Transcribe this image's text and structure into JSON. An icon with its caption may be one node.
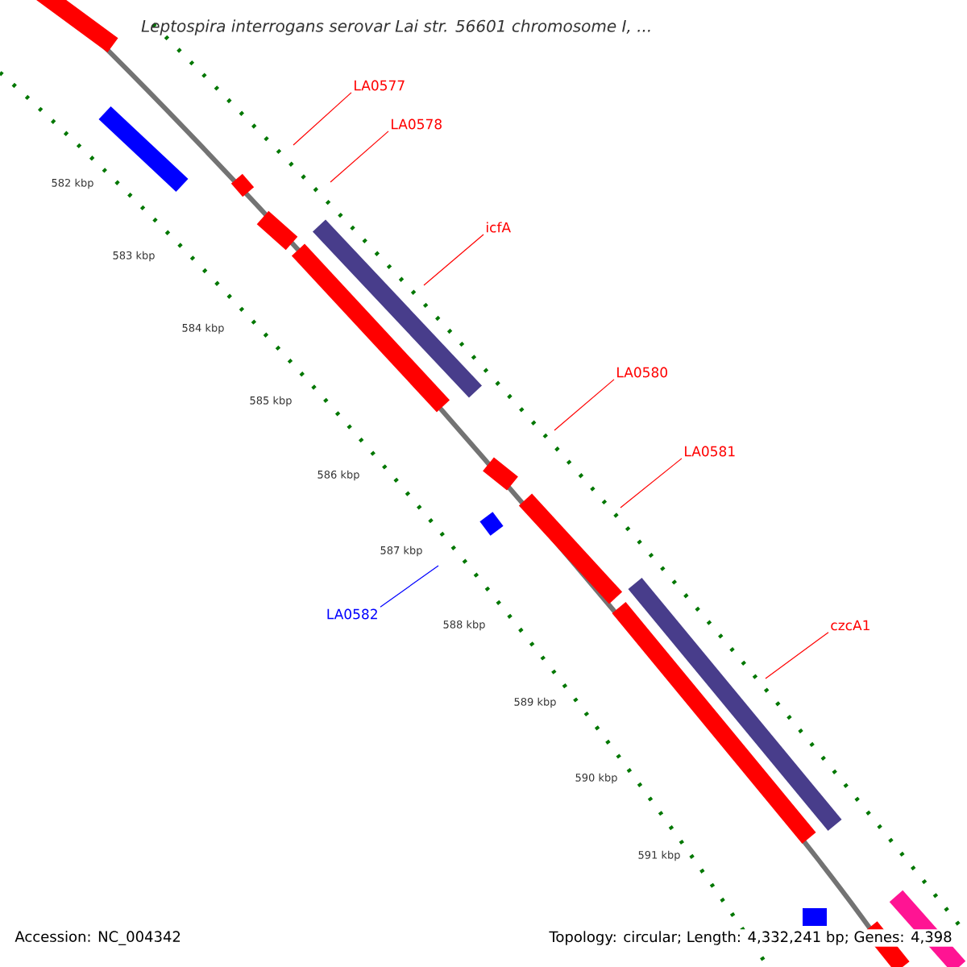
{
  "diagram": {
    "title": "Leptospira interrogans serovar Lai str. 56601 chromosome I, ...",
    "nodes": [
      {
        "text": [
          "LA0577"
        ]
      },
      {
        "text": [
          "LA0578"
        ]
      },
      {
        "text": [
          "icfA"
        ]
      },
      {
        "text": [
          "LA0580"
        ]
      },
      {
        "text": [
          "LA0581"
        ]
      },
      {
        "text": [
          "czcA1"
        ]
      },
      {
        "text": [
          "LA0582"
        ]
      }
    ],
    "edges": [
      {
        "from": 0,
        "to": null,
        "arrow": "none"
      },
      {
        "from": 1,
        "to": null,
        "arrow": "none"
      },
      {
        "from": 2,
        "to": null,
        "arrow": "none"
      },
      {
        "from": 3,
        "to": null,
        "arrow": "none"
      },
      {
        "from": 4,
        "to": null,
        "arrow": "none"
      },
      {
        "from": 5,
        "to": null,
        "arrow": "none"
      },
      {
        "from": 6,
        "to": null,
        "arrow": "none",
        "color": "#0000ff"
      }
    ],
    "labels": [
      "582 kbp",
      "583 kbp",
      "584 kbp",
      "585 kbp",
      "586 kbp",
      "587 kbp",
      "588 kbp",
      "589 kbp",
      "590 kbp",
      "591 kbp",
      "Accession: NC_004342",
      "Topology: circular; Length: 4,332,241 bp; Genes: 4,398"
    ]
  }
}
